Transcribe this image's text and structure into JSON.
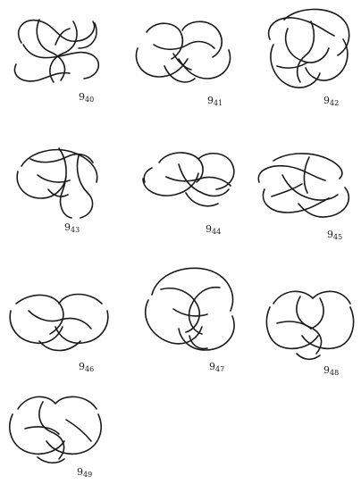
{
  "knots": [
    {
      "base": "9",
      "index": "40"
    },
    {
      "base": "9",
      "index": "41"
    },
    {
      "base": "9",
      "index": "42"
    },
    {
      "base": "9",
      "index": "43"
    },
    {
      "base": "9",
      "index": "44"
    },
    {
      "base": "9",
      "index": "45"
    },
    {
      "base": "9",
      "index": "46"
    },
    {
      "base": "9",
      "index": "47"
    },
    {
      "base": "9",
      "index": "48"
    },
    {
      "base": "9",
      "index": "49"
    }
  ]
}
